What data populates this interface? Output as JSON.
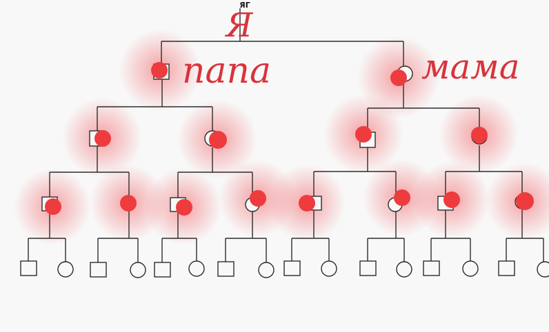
{
  "top_scribble": "ЯГ",
  "labels": {
    "ego": "Я",
    "father": "папа",
    "mother": "мама"
  },
  "colors": {
    "marker": "#ee3b3e",
    "glow": "#f15a5f",
    "line": "#2b2b2b",
    "hand": "#d9333b",
    "background": "#f8f8f8"
  }
}
